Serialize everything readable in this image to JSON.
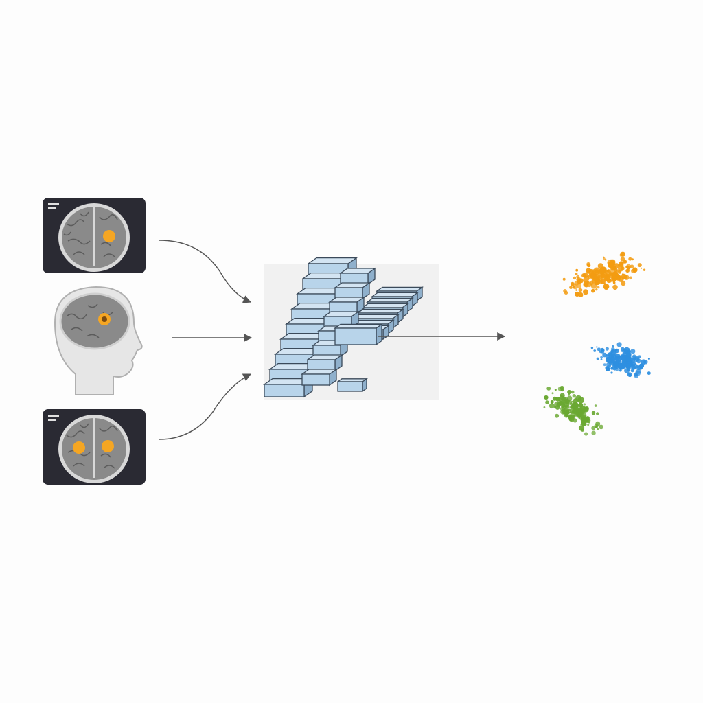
{
  "diagram": {
    "inputs": [
      {
        "kind": "mri-scan",
        "lesions": 1
      },
      {
        "kind": "head-profile",
        "lesions": 1
      },
      {
        "kind": "mri-scan",
        "lesions": 2
      }
    ],
    "model": {
      "kind": "stacked-layer-network"
    },
    "output": {
      "kind": "scatter-clusters",
      "clusters": [
        {
          "color": "#f39c12"
        },
        {
          "color": "#2e8fe0"
        },
        {
          "color": "#6aa832"
        }
      ]
    },
    "colors": {
      "scan_bg": "#2a2a33",
      "brain_fill": "#8a8a8a",
      "lesion": "#f5a623",
      "layer_fill": "#b8d4ea",
      "layer_stroke": "#3b4a5a",
      "arrow": "#555555",
      "head_fill": "#e6e6e6"
    }
  }
}
